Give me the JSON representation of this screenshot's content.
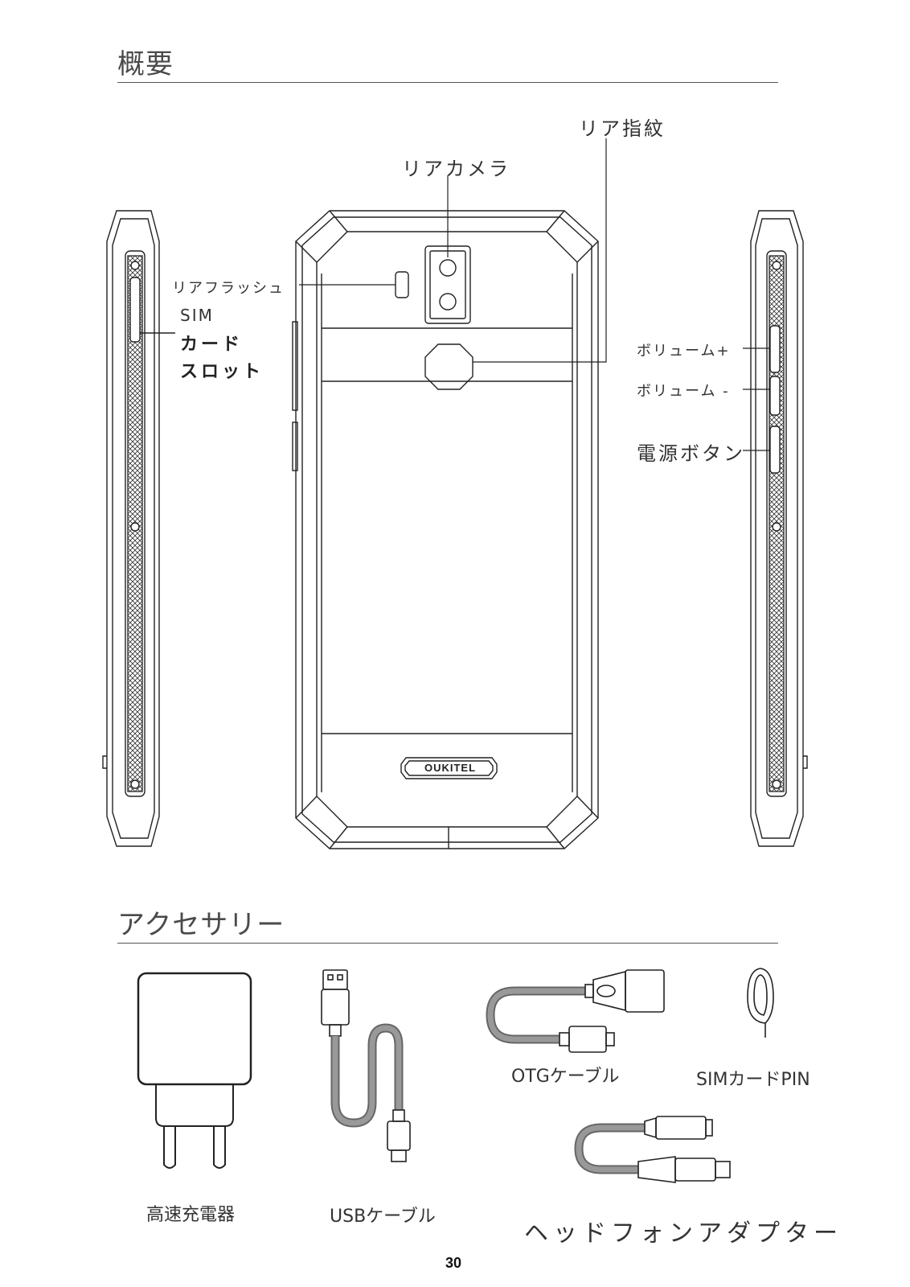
{
  "sections": {
    "overview_title": "概要",
    "accessories_title": "アクセサリー"
  },
  "labels": {
    "rear_fingerprint": "リア指紋",
    "rear_camera": "リアカメラ",
    "rear_flash": "リアフラッシュ",
    "sim_line1": "SIM",
    "sim_line2": "カード",
    "sim_line3": "スロット",
    "volume_up": "ボリューム+",
    "volume_down": "ボリューム -",
    "power_button": "電源ボタン",
    "brand_logo": "OUKITEL"
  },
  "accessories": {
    "charger": "高速充電器",
    "usb_cable": "USBケーブル",
    "otg_cable": "OTGケーブル",
    "sim_pin": "SIMカードPIN",
    "headphone_adapter": "ヘッドフォンアダプター"
  },
  "footer": {
    "page_number": "30"
  }
}
